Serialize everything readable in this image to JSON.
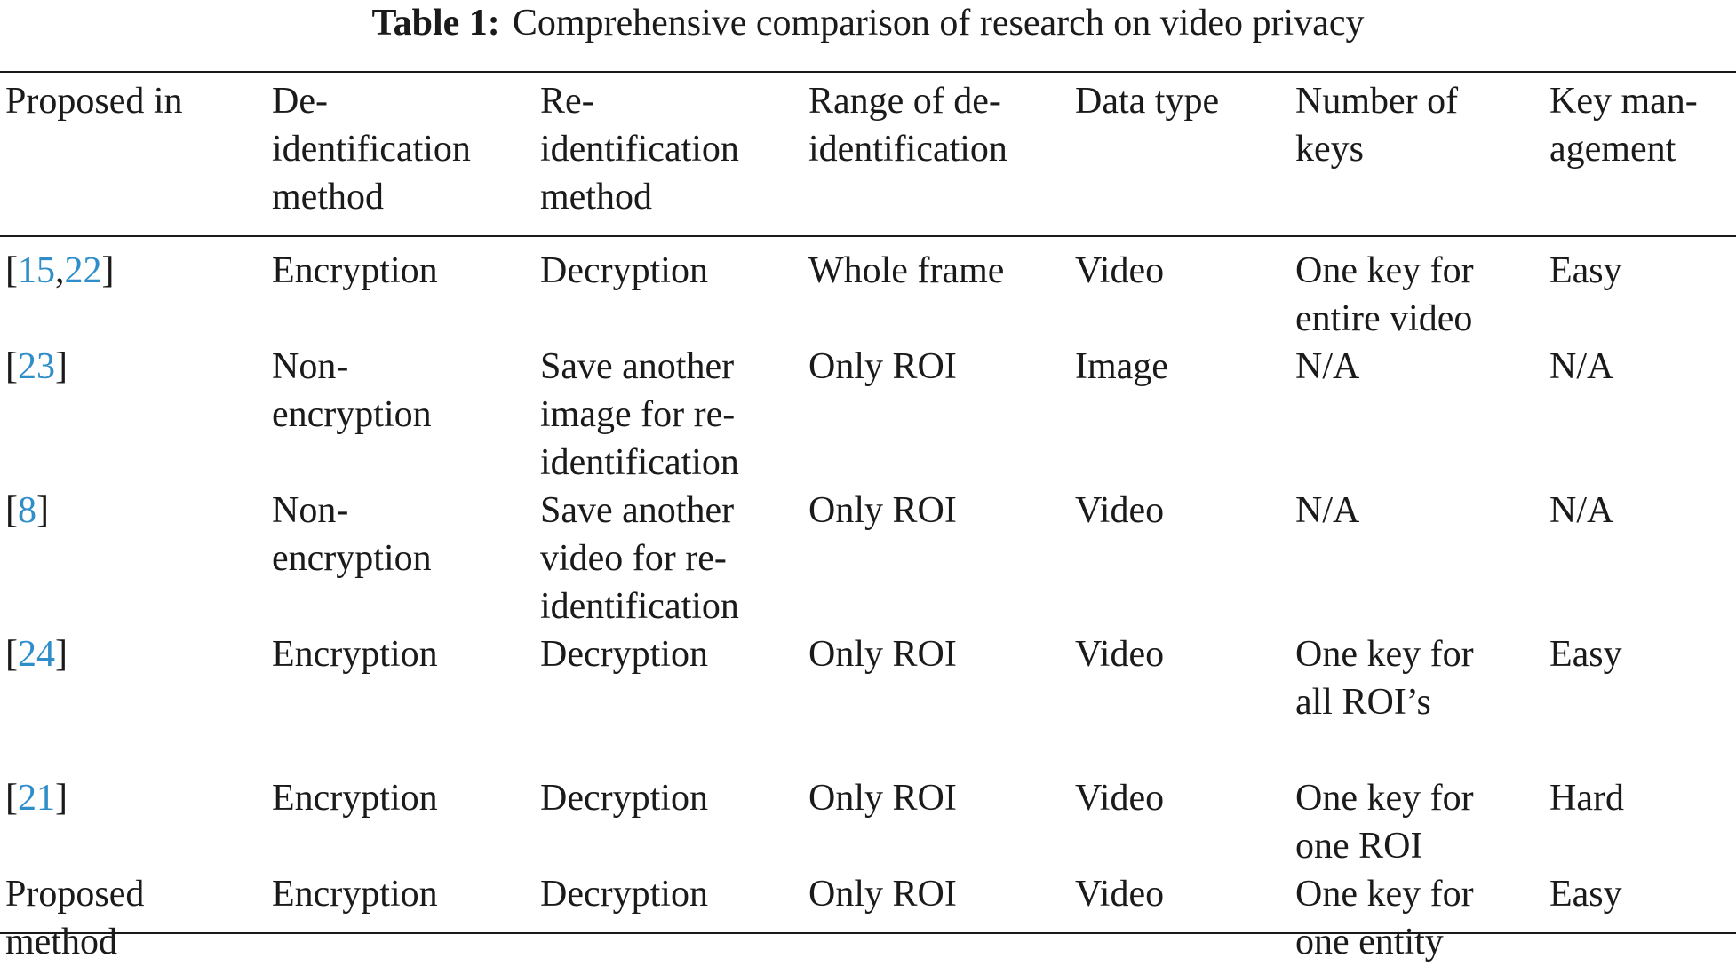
{
  "caption": {
    "label": "Table 1:",
    "text": "Comprehensive comparison of research on video privacy"
  },
  "columns": [
    "Proposed in",
    "De-\nidentification\nmethod",
    "Re-\nidentification\nmethod",
    "Range of de-\nidentification",
    "Data type",
    "Number of\nkeys",
    "Key man-\nagement"
  ],
  "rows": [
    {
      "proposed_in": {
        "pre": "[",
        "refs": [
          "15",
          "22"
        ],
        "post": "]"
      },
      "deid": "Encryption",
      "reid": "Decryption",
      "range": "Whole frame",
      "data_type": "Video",
      "keys": "One key for\nentire video",
      "key_mgmt": "Easy"
    },
    {
      "proposed_in": {
        "pre": "[",
        "refs": [
          "23"
        ],
        "post": "]"
      },
      "deid": "Non-\nencryption",
      "reid": "Save another\nimage for re-\nidentification",
      "range": "Only ROI",
      "data_type": "Image",
      "keys": "N/A",
      "key_mgmt": "N/A"
    },
    {
      "proposed_in": {
        "pre": "[",
        "refs": [
          "8"
        ],
        "post": "]"
      },
      "deid": "Non-\nencryption",
      "reid": "Save another\nvideo for re-\nidentification",
      "range": "Only ROI",
      "data_type": "Video",
      "keys": "N/A",
      "key_mgmt": "N/A"
    },
    {
      "proposed_in": {
        "pre": "[",
        "refs": [
          "24"
        ],
        "post": "]"
      },
      "deid": "Encryption",
      "reid": "Decryption",
      "range": "Only ROI",
      "data_type": "Video",
      "keys": "One key for\nall ROI’s",
      "key_mgmt": "Easy"
    },
    {
      "proposed_in": {
        "pre": "[",
        "refs": [
          "21"
        ],
        "post": "]"
      },
      "deid": "Encryption",
      "reid": "Decryption",
      "range": "Only ROI",
      "data_type": "Video",
      "keys": "One key for\none ROI",
      "key_mgmt": "Hard"
    },
    {
      "proposed_in": {
        "text": "Proposed\nmethod"
      },
      "deid": "Encryption",
      "reid": "Decryption",
      "range": "Only ROI",
      "data_type": "Video",
      "keys": "One key for\none entity",
      "key_mgmt": "Easy"
    }
  ],
  "colors": {
    "text": "#1a1a1a",
    "reference_link": "#2f8ec9"
  }
}
